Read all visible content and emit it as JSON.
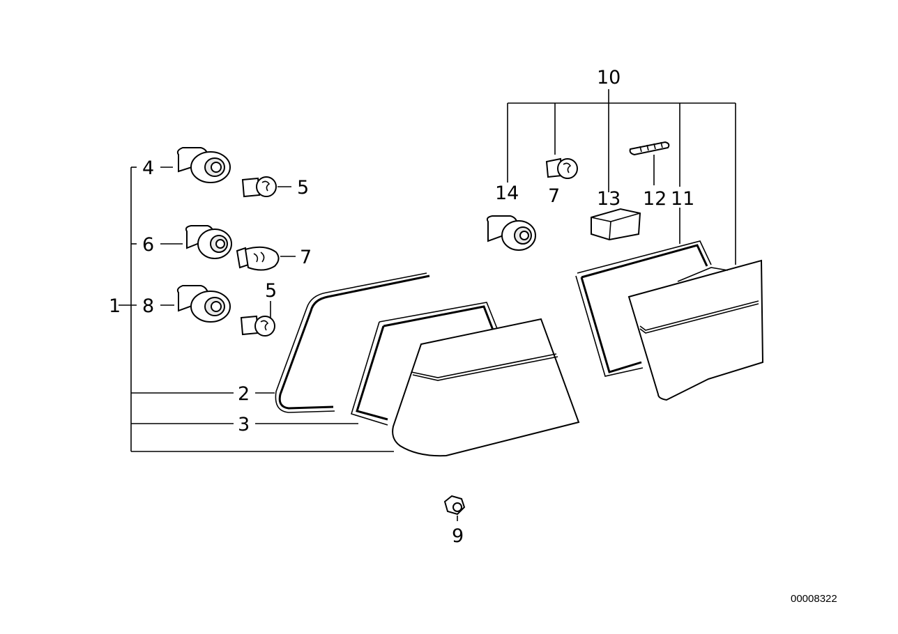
{
  "callouts": [
    "1",
    "2",
    "3",
    "4",
    "5",
    "5",
    "6",
    "7",
    "7",
    "8",
    "9",
    "10",
    "11",
    "12",
    "13",
    "14"
  ],
  "diagram_code": "00008322"
}
